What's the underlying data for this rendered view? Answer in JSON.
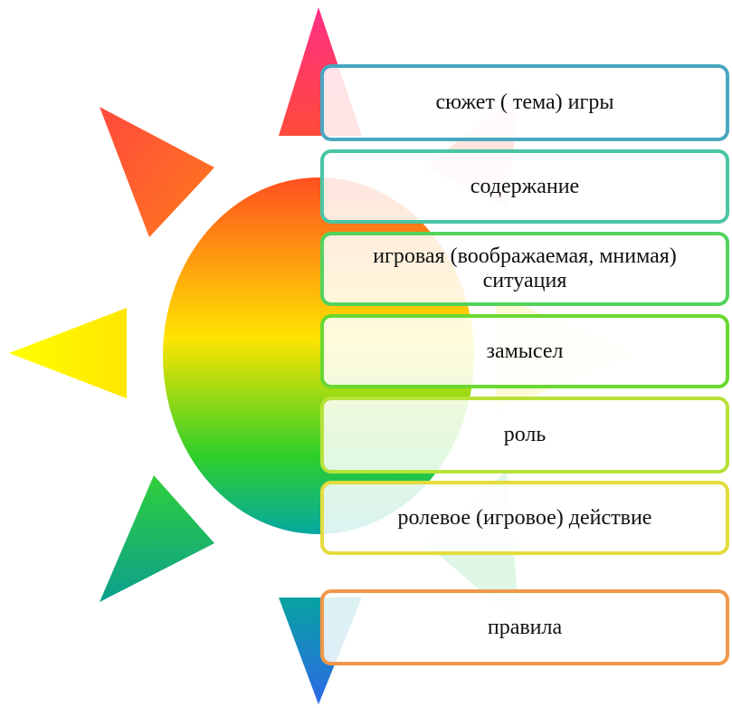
{
  "items": [
    {
      "label": "сюжет ( тема) игры",
      "border": "#4aa7c1"
    },
    {
      "label": "содержание",
      "border": "#49c6a3"
    },
    {
      "label": "игровая (воображаемая, мнимая) ситуация",
      "border": "#53d35c"
    },
    {
      "label": "замысел",
      "border": "#6ad830"
    },
    {
      "label": "роль",
      "border": "#b7e23a"
    },
    {
      "label": "ролевое (игровое) действие",
      "border": "#e3dc3d"
    },
    {
      "label": "правила",
      "border": "#f0974a"
    }
  ],
  "sun": {
    "gradient_top": "#ff4f1f",
    "gradient_mid": "#ffe400",
    "gradient_low": "#2fcf2a",
    "gradient_bottom": "#05a7a0"
  }
}
